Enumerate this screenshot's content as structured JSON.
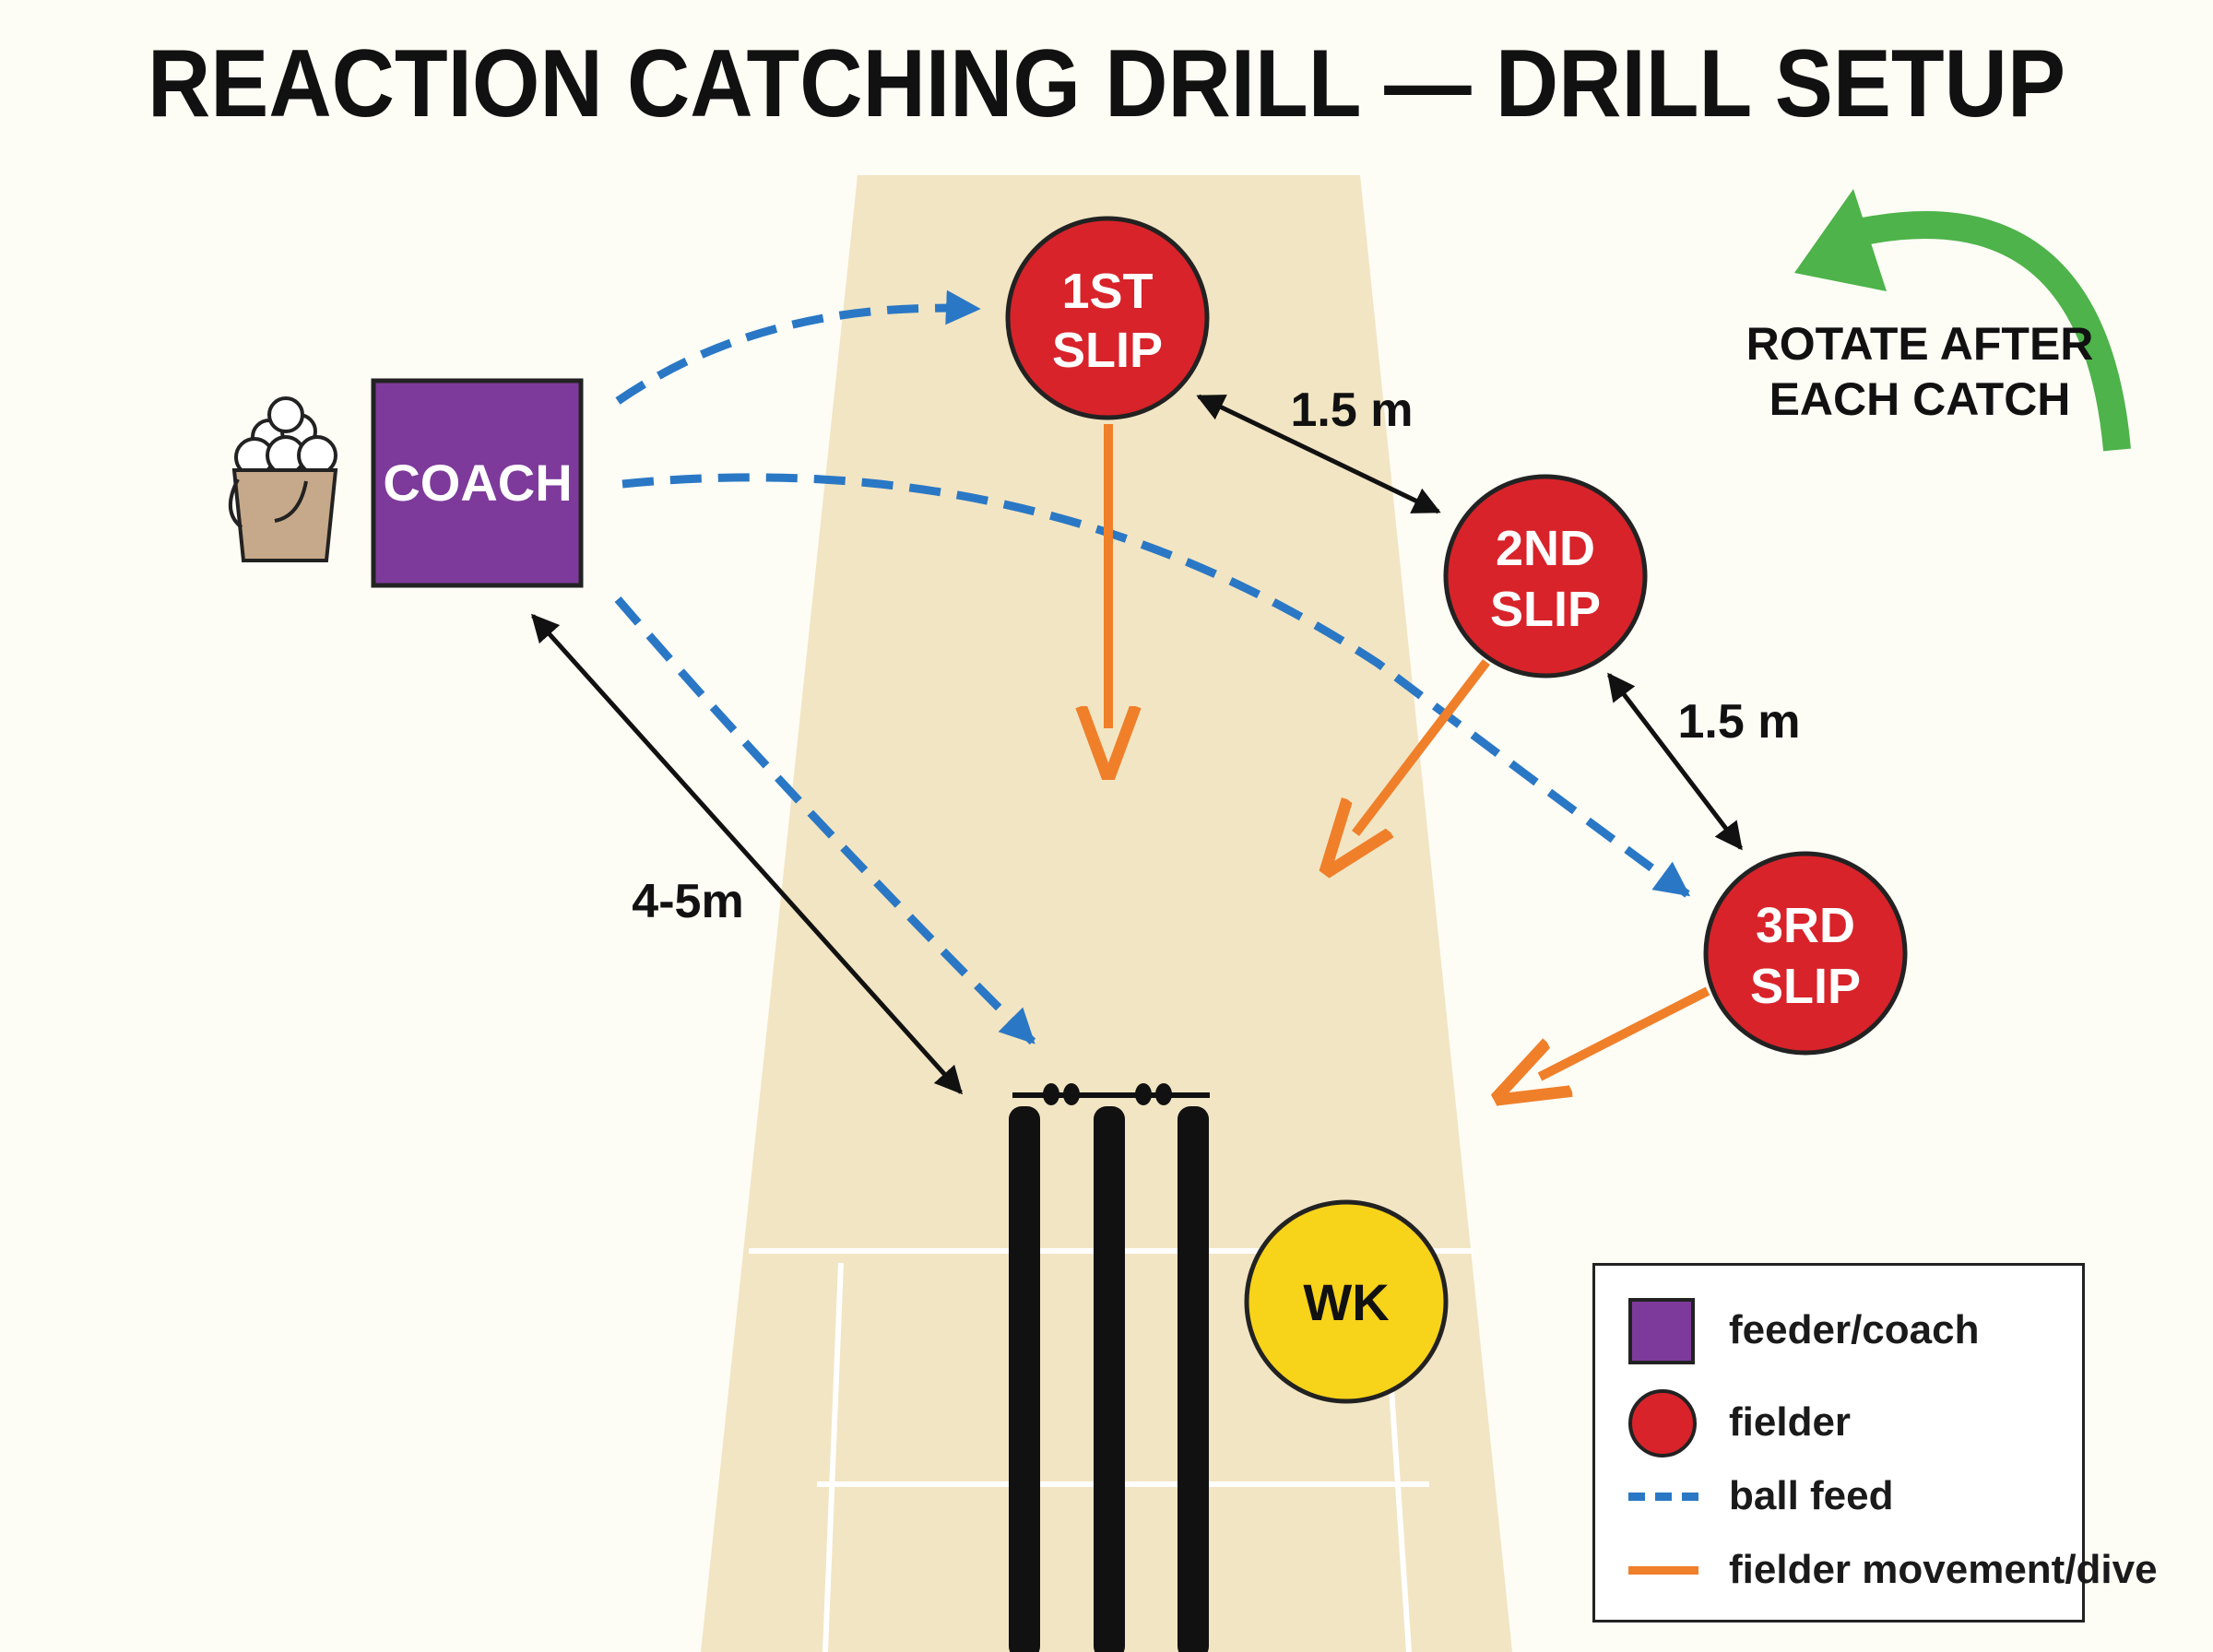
{
  "title": "REACTION CATCHING DRILL — DRILL SETUP",
  "colors": {
    "background": "#fdfcf5",
    "pitch": "#f2e5c3",
    "coach": "#7d3a9b",
    "fielder": "#d8232a",
    "keeper": "#f7d31a",
    "ball_feed": "#2a78c5",
    "movement": "#f07f2a",
    "rotate_arrow": "#4db34a",
    "stumps": "#111111"
  },
  "coach": {
    "label": "COACH",
    "icon": "ball-bucket-icon"
  },
  "fielders": [
    {
      "id": "first-slip",
      "line1": "1ST",
      "line2": "SLIP"
    },
    {
      "id": "second-slip",
      "line1": "2ND",
      "line2": "SLIP"
    },
    {
      "id": "third-slip",
      "line1": "3RD",
      "line2": "SLIP"
    }
  ],
  "keeper": {
    "label": "WK"
  },
  "distances": {
    "slip_gap_1": "1.5 m",
    "slip_gap_2": "1.5 m",
    "coach_to_stumps": "4-5m"
  },
  "rotate_note": {
    "line1": "ROTATE AFTER",
    "line2": "EACH CATCH",
    "icon": "rotate-arrow-icon"
  },
  "legend": {
    "items": [
      {
        "symbol": "purple-square",
        "label": "feeder/coach"
      },
      {
        "symbol": "red-circle",
        "label": "fielder"
      },
      {
        "symbol": "blue-dashed-line",
        "label": "ball feed"
      },
      {
        "symbol": "orange-line",
        "label": "fielder movement/dive"
      }
    ]
  }
}
